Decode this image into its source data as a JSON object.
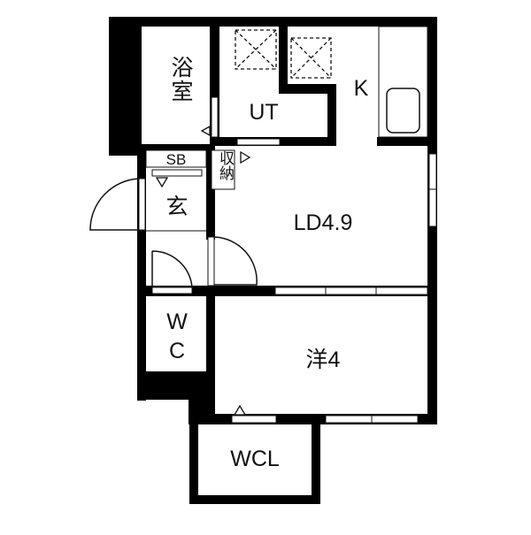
{
  "floor_plan": {
    "title": "",
    "colors": {
      "wall": "#000000",
      "background": "#ffffff",
      "line": "#111111"
    },
    "rooms": [
      {
        "id": "bath",
        "label": "浴室",
        "label_lines": [
          "浴",
          "室"
        ]
      },
      {
        "id": "utility",
        "label": "UT"
      },
      {
        "id": "kitchen",
        "label": "K"
      },
      {
        "id": "shoe-box",
        "label": "SB"
      },
      {
        "id": "storage",
        "label": "収納",
        "label_lines": [
          "収",
          "納"
        ]
      },
      {
        "id": "entrance",
        "label": "玄"
      },
      {
        "id": "living-dining",
        "label": "LD4.9"
      },
      {
        "id": "toilet",
        "label": "WC",
        "label_lines": [
          "W",
          "C"
        ]
      },
      {
        "id": "western-room",
        "label": "洋4"
      },
      {
        "id": "walk-in-closet",
        "label": "WCL"
      }
    ],
    "fixtures": [
      {
        "id": "washer-space",
        "icon": "dashed-x-box"
      },
      {
        "id": "fridge-space",
        "icon": "dashed-x-box"
      },
      {
        "id": "kitchen-sink",
        "icon": "rounded-rect"
      }
    ]
  }
}
